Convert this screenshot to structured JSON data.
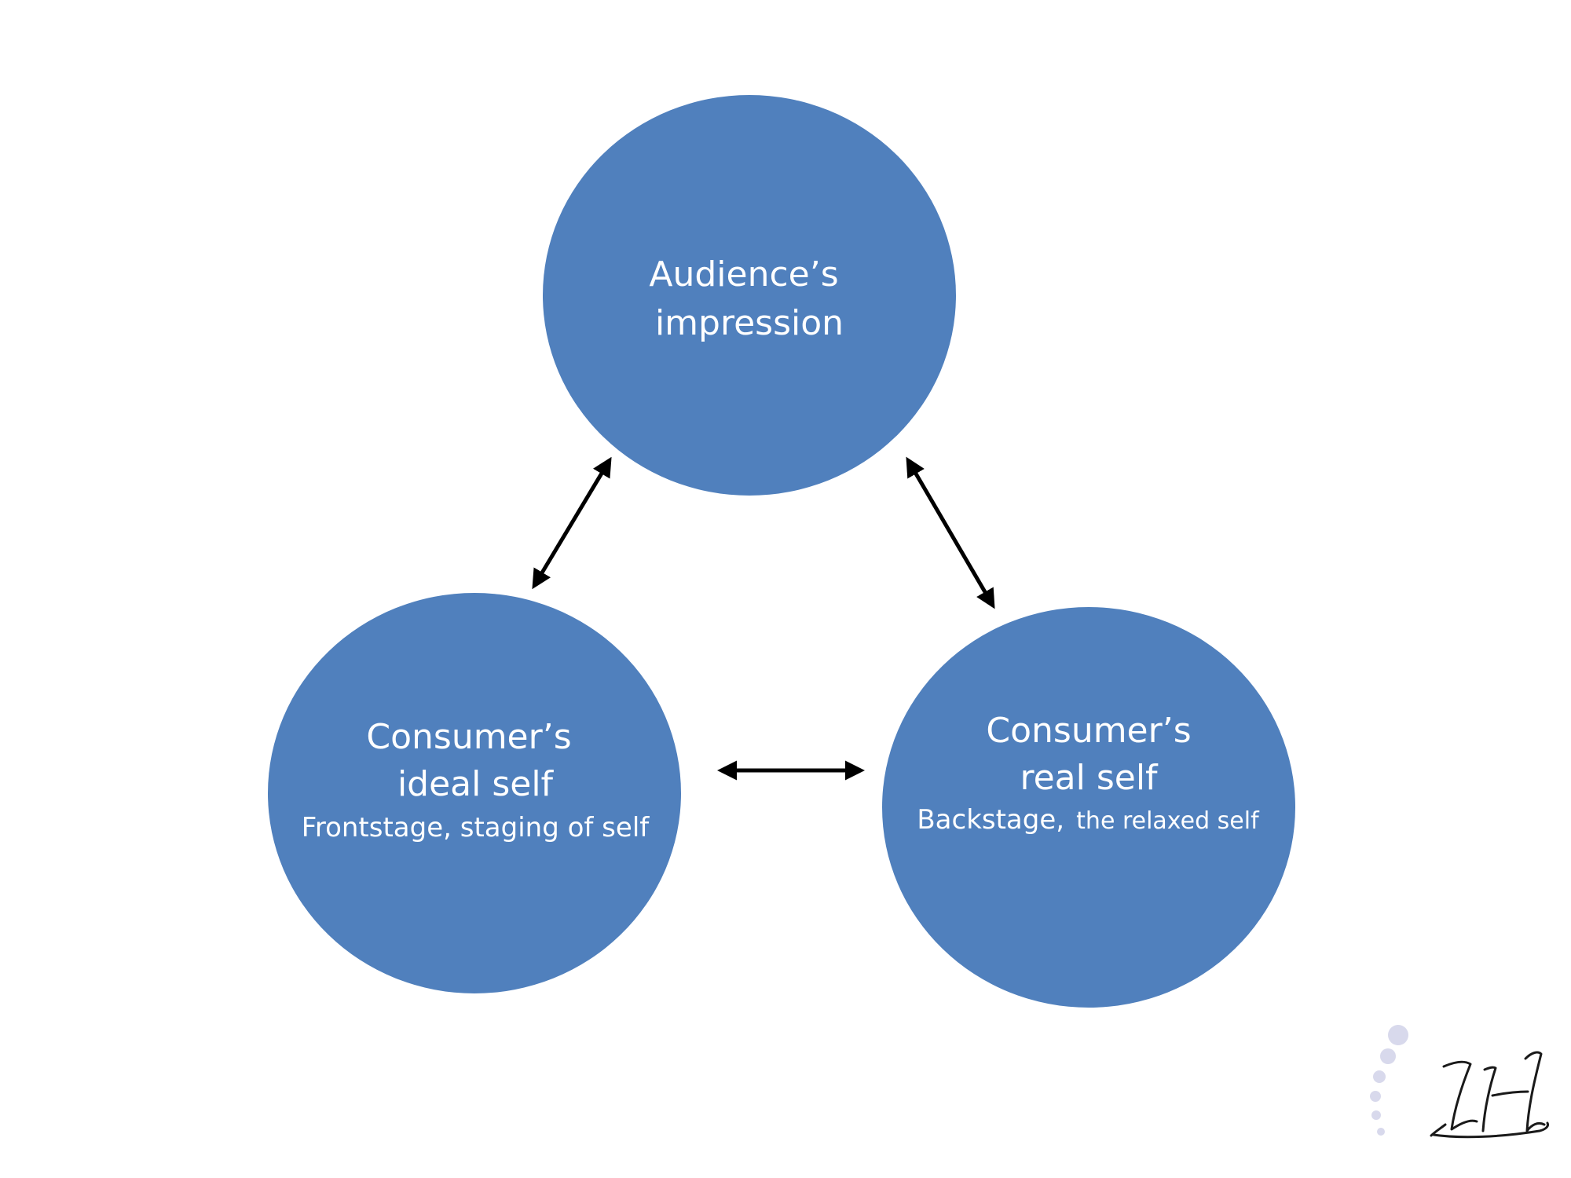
{
  "colors": {
    "node_fill": "#5080bd",
    "node_text": "#ffffff",
    "arrow": "#000000",
    "logo_dots": "#d8d9ec",
    "background": "#ffffff"
  },
  "nodes": {
    "audience": {
      "line1": "Audience’s",
      "line2": "impression"
    },
    "ideal": {
      "line1": "Consumer’s",
      "line2": "ideal self",
      "subtitle": "Frontstage, staging of self"
    },
    "real": {
      "line1": "Consumer’s",
      "line2": "real self",
      "subtitle_a": "Backstage,",
      "subtitle_b": "the relaxed self"
    }
  },
  "edges": [
    {
      "from": "audience",
      "to": "ideal",
      "direction": "both"
    },
    {
      "from": "audience",
      "to": "real",
      "direction": "both"
    },
    {
      "from": "ideal",
      "to": "real",
      "direction": "both"
    }
  ],
  "logo": {
    "icon": "signature-logo-icon",
    "decoration": "dots-icon"
  }
}
